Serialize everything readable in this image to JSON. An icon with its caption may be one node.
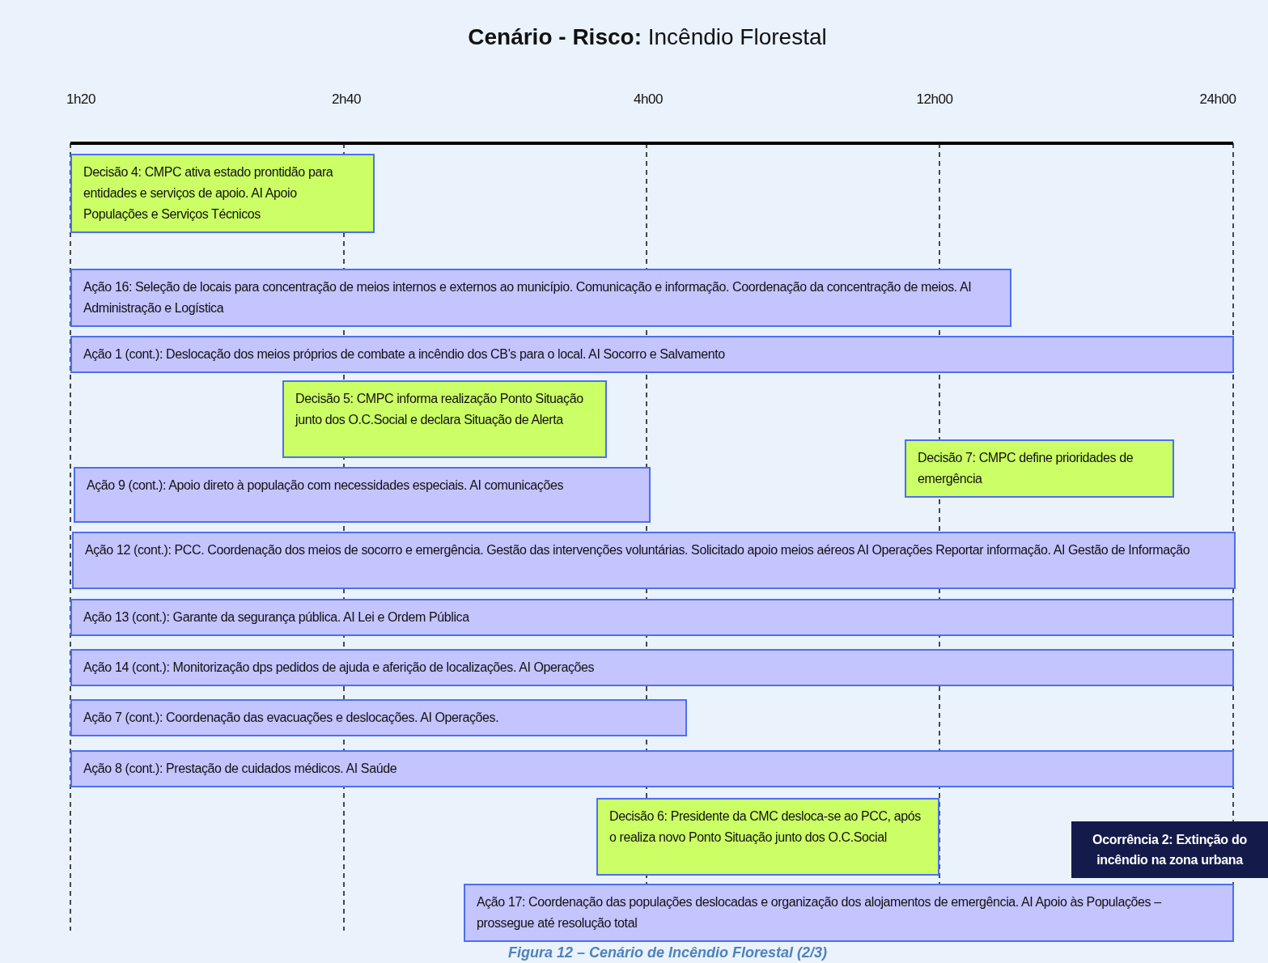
{
  "diagram": {
    "title": "**Cenário - Risco:** Incêndio Florestal",
    "caption": "Figura 12 – Cenário de Incêndio Florestal (2/3)",
    "nodes": [
      {
        "text": [
          "Decisão 4: CMPC ativa estado prontidão para entidades e serviços de apoio. AI Apoio Populações e Serviços Técnicos"
        ]
      },
      {
        "text": [
          "Ação 16: Seleção de locais para concentração de meios internos e externos ao município. Comunicação e informação. Coordenação da concentração de meios. AI Administração e Logística"
        ]
      },
      {
        "text": [
          "Ação 1 (cont.): Deslocação dos meios próprios de combate a incêndio dos CB’s para o local. AI Socorro e Salvamento"
        ]
      },
      {
        "text": [
          "Decisão 5: CMPC informa realização Ponto Situação junto dos O.C.Social e declara Situação de Alerta"
        ]
      },
      {
        "text": [
          "Decisão 7: CMPC define prioridades de emergência"
        ]
      },
      {
        "text": [
          "Ação 9 (cont.): Apoio direto à população com necessidades especiais. AI comunicações"
        ]
      },
      {
        "text": [
          "Ação 12 (cont.): PCC. Coordenação dos meios de socorro e emergência. Gestão das intervenções voluntárias. Solicitado apoio meios aéreos AI Operações Reportar informação. AI Gestão de Informação"
        ]
      },
      {
        "text": [
          "Ação 13 (cont.): Garante da segurança pública. AI Lei e Ordem Pública"
        ]
      },
      {
        "text": [
          "Ação 14 (cont.): Monitorização dps pedidos de ajuda e aferição de localizações. AI Operações"
        ]
      },
      {
        "text": [
          "Ação 7 (cont.): Coordenação das evacuações e deslocações. AI Operações."
        ]
      },
      {
        "text": [
          "Ação 8 (cont.): Prestação de cuidados médicos. AI Saúde"
        ]
      },
      {
        "text": [
          "Decisão 6: Presidente da CMC desloca-se ao PCC, após o realiza novo Ponto Situação junto dos O.C.Social"
        ]
      },
      {
        "text": [
          "Ocorrência 2: Extinção do incêndio na zona urbana"
        ]
      },
      {
        "text": [
          "Ação 17: Coordenação das populações deslocadas e organização dos alojamentos de emergência. AI Apoio às Populações – prossegue até resolução total"
        ]
      }
    ],
    "labels": [
      "1h20",
      "2h40",
      "4h00",
      "12h00",
      "24h00"
    ]
  }
}
